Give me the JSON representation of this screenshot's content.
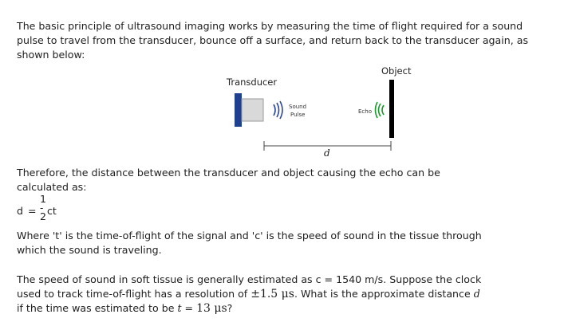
{
  "intro": {
    "line1": "The basic principle of ultrasound imaging works by measuring the time of flight required for a sound",
    "line2": "pulse to travel from the transducer, bounce off a surface, and return back to the transducer again, as",
    "line3": "shown below:"
  },
  "diagram": {
    "transducer_label": "Transducer",
    "object_label": "Object",
    "sound_label_1": "Sound",
    "sound_label_2": "Pulse",
    "echo_label": "Echo",
    "distance_label": "d"
  },
  "therefore": {
    "line1": "Therefore, the distance between the transducer and object causing the echo can be",
    "line2": "calculated as:"
  },
  "formula": {
    "lhs": "d",
    "equals": "=",
    "numerator": "1",
    "denominator": "2",
    "rhs": "ct"
  },
  "where": {
    "line1": "Where 't' is the time-of-flight of the signal and 'c' is the speed of sound in the tissue through",
    "line2": "which the sound is traveling."
  },
  "question": {
    "line1": "The speed of sound in soft tissue is generally estimated as c = 1540 m/s. Suppose the clock",
    "line2_a": "used to track time-of-flight has a resolution of ",
    "line2_b": "±1.5 μs",
    "line2_c": ". What is the approximate distance ",
    "line2_d": "d",
    "line3_a": "if the time was estimated to be ",
    "line3_b": "t",
    "line3_c": " = ",
    "line3_d": "13 μs",
    "line3_e": "?"
  },
  "colors": {
    "text": "#1e1e1e",
    "transducer_face": "#1f3f8f",
    "transducer_body": "#d9d9d9",
    "sound_waves": "#2a46a0",
    "echo_waves": "#1a9a2a",
    "object": "#000000"
  }
}
